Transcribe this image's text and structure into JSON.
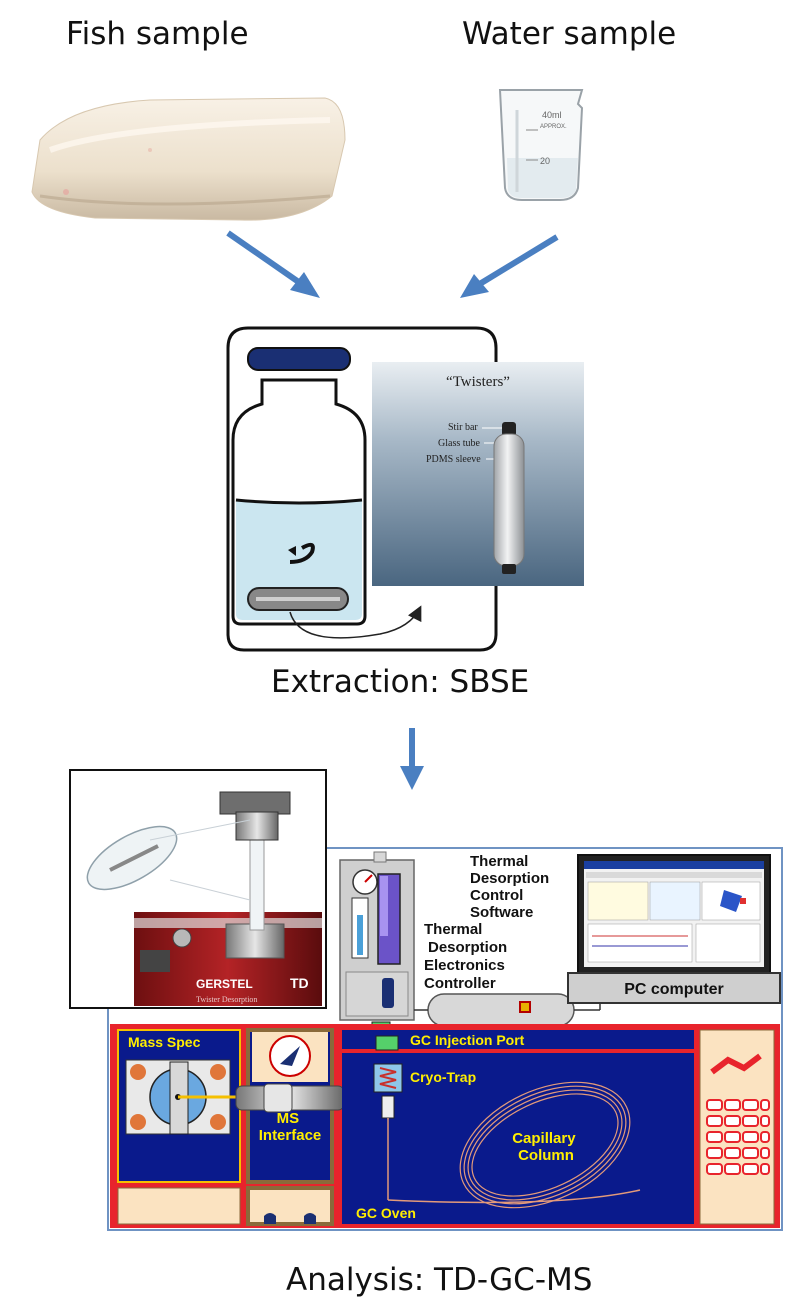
{
  "samples": {
    "fish_label": "Fish sample",
    "water_label": "Water sample",
    "beaker_marks": [
      "40ml",
      "APPROX.",
      "20"
    ]
  },
  "extraction": {
    "caption": "Extraction: SBSE",
    "twisters_title": "“Twisters”",
    "twister_parts": [
      "Stir bar",
      "Glass tube",
      "PDMS sleeve"
    ]
  },
  "analysis": {
    "caption": "Analysis: TD-GC-MS",
    "autosampler_brand": "GERSTEL",
    "autosampler_badge": "TD",
    "autosampler_sub": "Twister Desorption",
    "software_label": [
      "Thermal",
      "Desorption",
      "Control",
      "Software"
    ],
    "controller_label": [
      "Thermal",
      "Desorption",
      "Electronics",
      "Controller"
    ],
    "pc_label": "PC computer",
    "mass_spec_label": "Mass Spec",
    "ms_interface_label": [
      "MS",
      "Interface"
    ],
    "injection_port_label": "GC Injection Port",
    "cryo_trap_label": "Cryo-Trap",
    "capillary_label": [
      "Capillary",
      "Column"
    ],
    "gc_oven_label": "GC Oven"
  },
  "colors": {
    "arrow": "#4a7fc1",
    "instrument_frame": "#e8242c",
    "oven_fill": "#0a1a8c",
    "panel_fill": "#fbe3c1",
    "label_yellow": "#ffee00",
    "twister_bg": "#5b7790"
  }
}
